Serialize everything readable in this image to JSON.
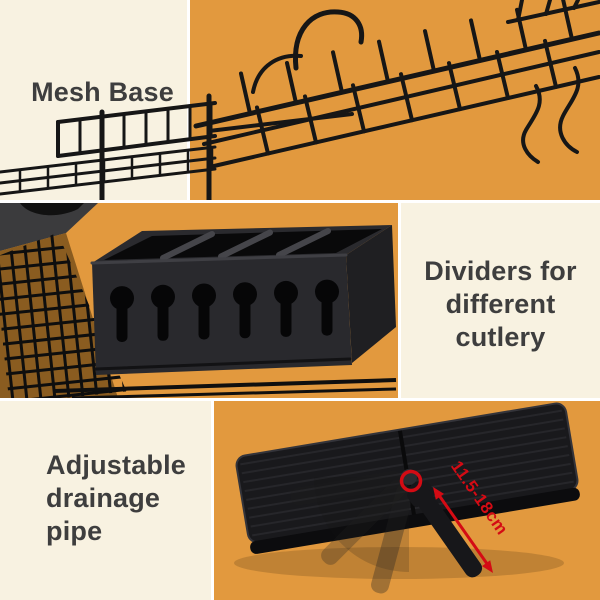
{
  "colors": {
    "orange": "#E2993E",
    "cream": "#F8F2E1",
    "ink": "#3E3E3E",
    "red": "#D40B14",
    "product_black": "#1B1B1E",
    "gap_white": "#FFFFFF"
  },
  "sections": {
    "top": {
      "label": "Mesh Base"
    },
    "middle": {
      "lines": [
        "Dividers for",
        "different",
        "cutlery"
      ]
    },
    "bottom": {
      "lines": [
        "Adjustable",
        "drainage",
        "pipe"
      ],
      "measurement": "11.5-18cm"
    }
  }
}
